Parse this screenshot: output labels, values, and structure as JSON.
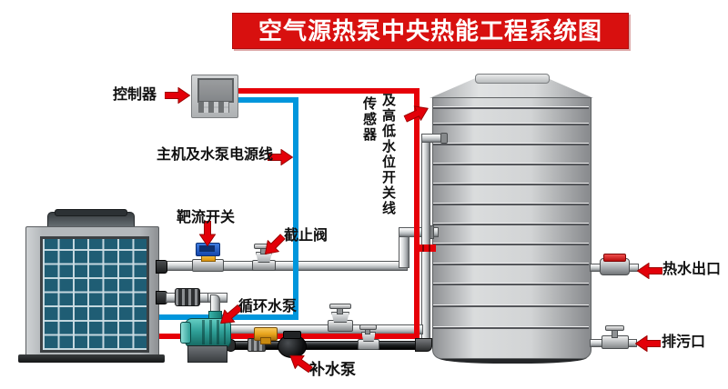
{
  "title": "空气源热泵中央热能工程系统图",
  "labels": {
    "controller": "控制器",
    "power_line": "主机及水泵电源线",
    "target_flow_switch": "靶流开关",
    "stop_valve": "截止阀",
    "sensor_line_full": "传感器及高低水位开关线",
    "sensor_line_col_left": "传感器",
    "sensor_line_col_right": "及高低水位开关线",
    "circulation_pump": "循环水泵",
    "makeup_pump": "补水泵",
    "hot_water_outlet": "热水出口",
    "drain_outlet": "排污口"
  },
  "colors": {
    "banner_red": "#d8100f",
    "line_red": "#e60008",
    "line_blue": "#0096dc",
    "pump_teal": "#2e9e96",
    "coil_teal": "#1f5d74",
    "brass_yellow": "#e8a41c",
    "tank_gray": "#d2d4d5"
  }
}
